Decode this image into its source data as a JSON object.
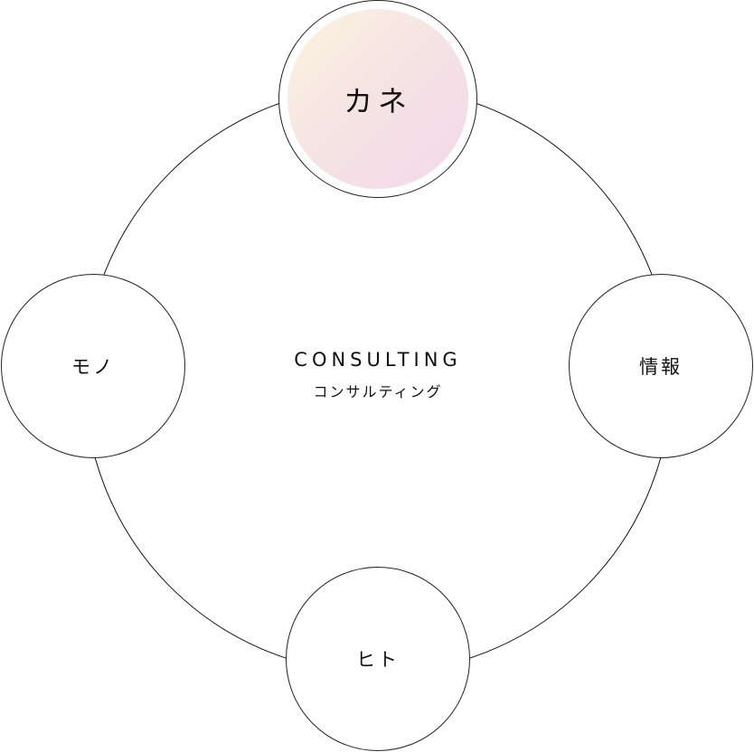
{
  "center": {
    "title": "CONSULTING",
    "subtitle": "コンサルティング"
  },
  "nodes": {
    "top": "カネ",
    "left": "モノ",
    "right": "情報",
    "bottom": "ヒト"
  },
  "colors": {
    "gradient_start": "#fbf4de",
    "gradient_end": "#f2d9ea",
    "line": "#111111"
  }
}
